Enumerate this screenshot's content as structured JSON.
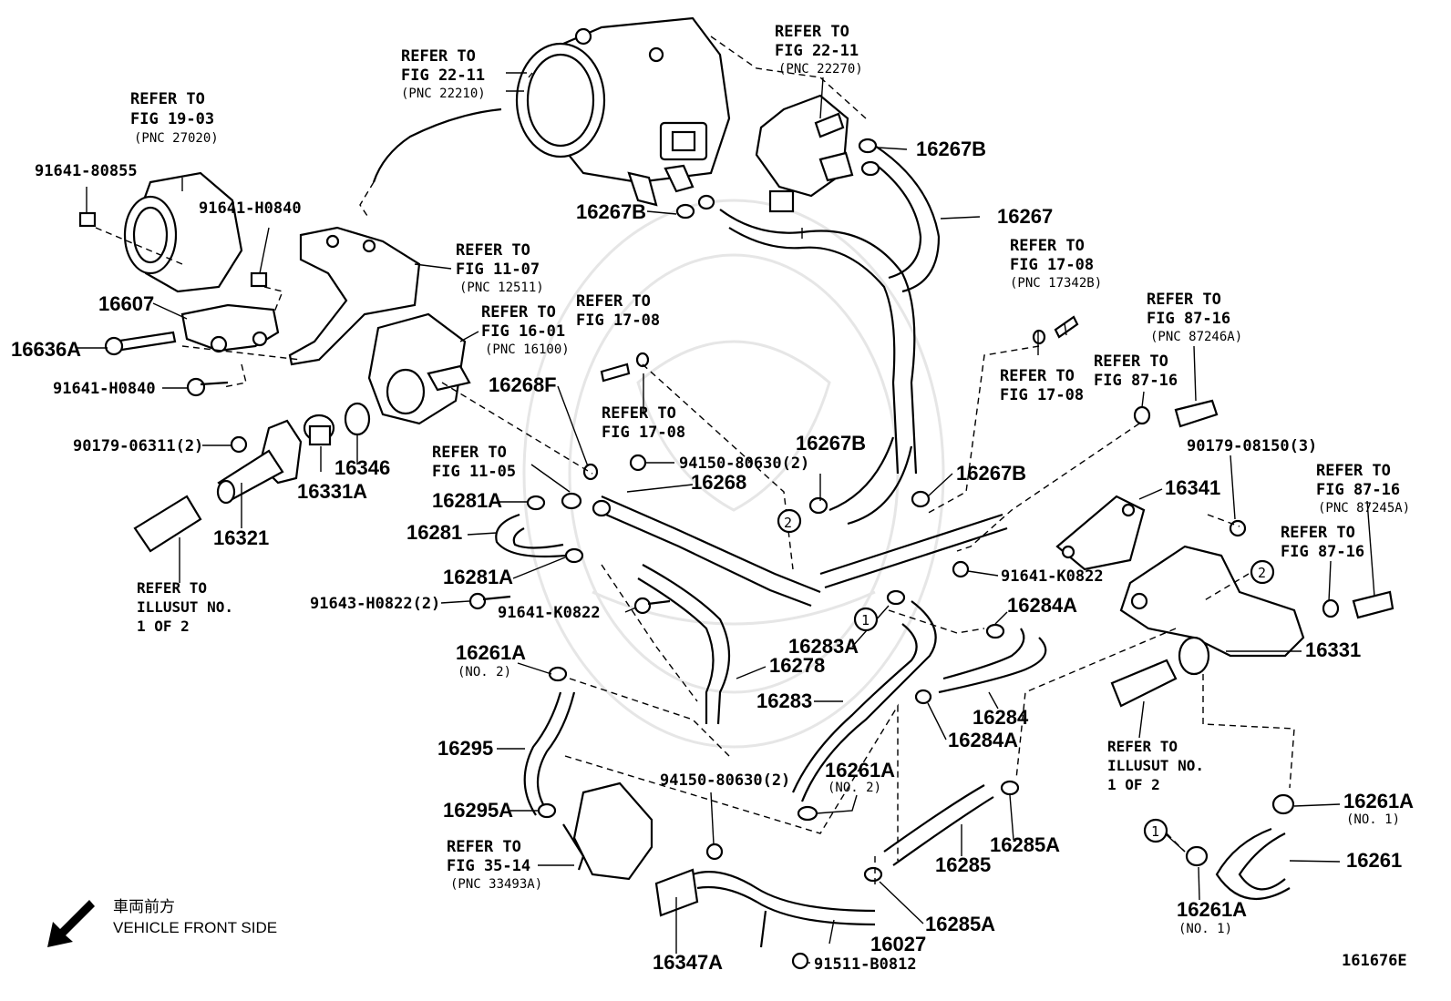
{
  "part_labels": {
    "p16607": "16607",
    "p16636A": "16636A",
    "p91641_H0840_a": "91641-H0840",
    "p91641_H0840_b": "91641-H0840",
    "p91641_80855": "91641-80855",
    "p90179_06311": "90179-06311(2)",
    "p16331A": "16331A",
    "p16346": "16346",
    "p16321": "16321",
    "p16268F": "16268F",
    "p16268": "16268",
    "p94150_80630_a": "94150-80630(2)",
    "p94150_80630_b": "94150-80630(2)",
    "p16281A_a": "16281A",
    "p16281A_b": "16281A",
    "p16281": "16281",
    "p91643_H0822": "91643-H0822(2)",
    "p91641_K0822_a": "91641-K0822",
    "p91641_K0822_b": "91641-K0822",
    "p16261A_no2_a": "16261A",
    "p16261A_no2_b": "16261A",
    "p16278": "16278",
    "p16283": "16283",
    "p16283A": "16283A",
    "p16295": "16295",
    "p16295A": "16295A",
    "p16267B_a": "16267B",
    "p16267B_b": "16267B",
    "p16267B_c": "16267B",
    "p16267B_d": "16267B",
    "p16267": "16267",
    "p90179_08150": "90179-08150(3)",
    "p16341": "16341",
    "p16284A_a": "16284A",
    "p16284A_b": "16284A",
    "p16284": "16284",
    "p16331": "16331",
    "p16285": "16285",
    "p16285A_a": "16285A",
    "p16285A_b": "16285A",
    "p16027": "16027",
    "p16347A": "16347A",
    "p91511_B0812": "91511-B0812",
    "p16261A_no1_a": "16261A",
    "p16261A_no1_b": "16261A",
    "p16261": "16261"
  },
  "qualifiers": {
    "no2": "(NO. 2)",
    "no1": "(NO. 1)"
  },
  "references": {
    "ref_to": "REFER TO",
    "fig_22_11": "FIG 22-11",
    "pnc_22210": "(PNC 22210)",
    "pnc_22270": "(PNC 22270)",
    "fig_19_03": "FIG 19-03",
    "pnc_27020": "(PNC 27020)",
    "fig_11_07": "FIG 11-07",
    "pnc_12511": "(PNC 12511)",
    "fig_16_01": "FIG 16-01",
    "pnc_16100": "(PNC 16100)",
    "fig_17_08": "FIG 17-08",
    "pnc_17342B": "(PNC 17342B)",
    "fig_87_16": "FIG 87-16",
    "pnc_87246A": "(PNC 87246A)",
    "pnc_87245A": "(PNC 87245A)",
    "fig_11_05": "FIG 11-05",
    "fig_35_14": "FIG 35-14",
    "pnc_33493A": "(PNC 33493A)",
    "illusut": "ILLUSUT NO.",
    "one_of_two": "1 OF 2"
  },
  "callouts": {
    "c1": "1",
    "c2": "2"
  },
  "legend": {
    "jp_text": "車両前方",
    "en_text": "VEHICLE FRONT SIDE",
    "icon": "arrow-front-icon"
  },
  "figure_id": "161676E"
}
